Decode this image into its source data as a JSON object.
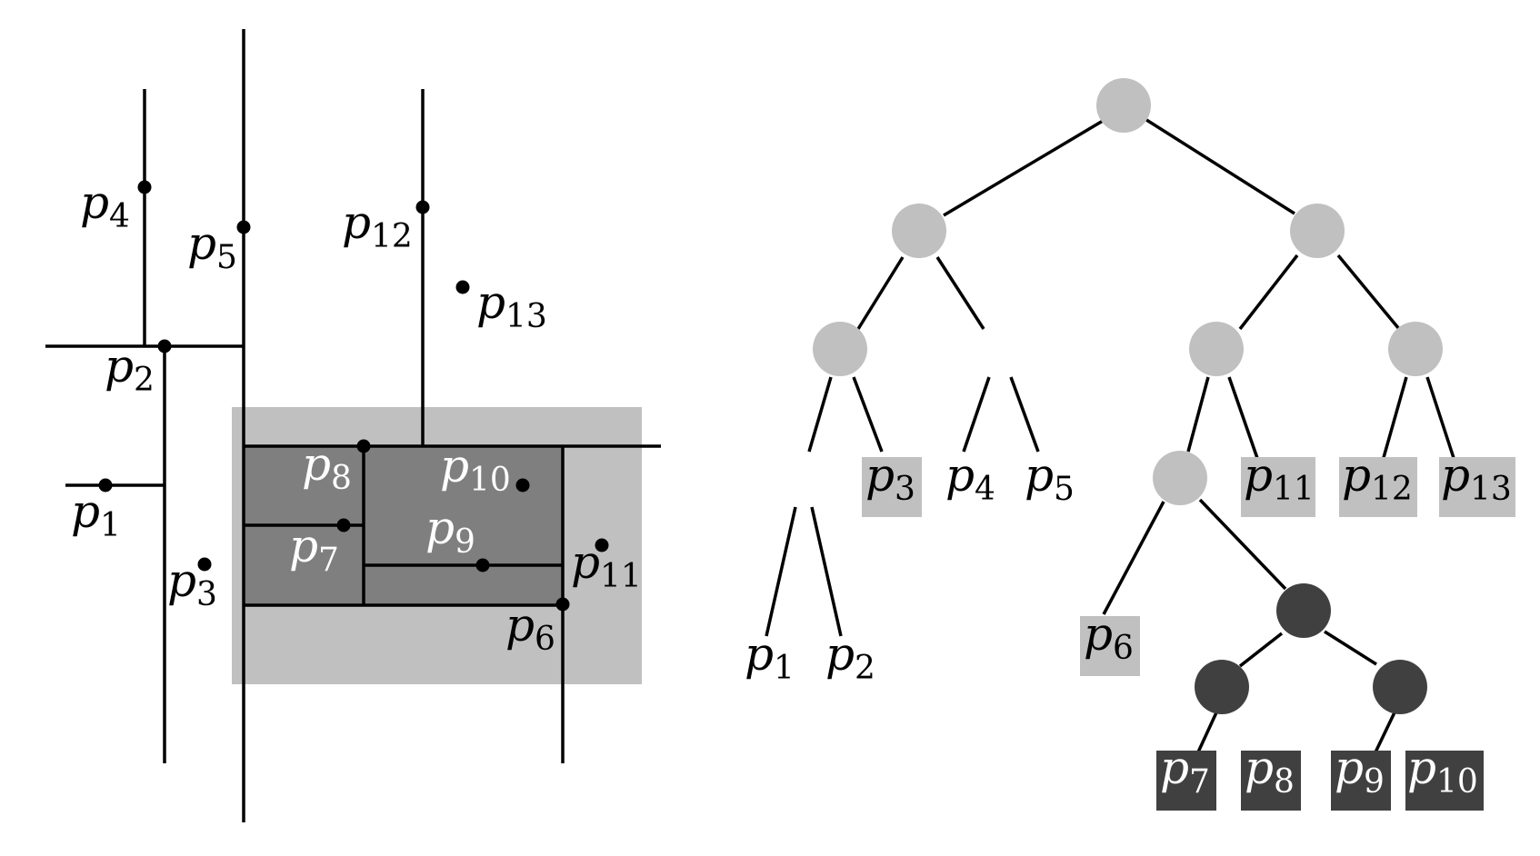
{
  "diagram": {
    "subdivision": {
      "points": [
        {
          "id": "p1",
          "main": "p",
          "sub": "1"
        },
        {
          "id": "p2",
          "main": "p",
          "sub": "2"
        },
        {
          "id": "p3",
          "main": "p",
          "sub": "3"
        },
        {
          "id": "p4",
          "main": "p",
          "sub": "4"
        },
        {
          "id": "p5",
          "main": "p",
          "sub": "5"
        },
        {
          "id": "p6",
          "main": "p",
          "sub": "6"
        },
        {
          "id": "p7",
          "main": "p",
          "sub": "7"
        },
        {
          "id": "p8",
          "main": "p",
          "sub": "8"
        },
        {
          "id": "p9",
          "main": "p",
          "sub": "9"
        },
        {
          "id": "p10",
          "main": "p",
          "sub": "10"
        },
        {
          "id": "p11",
          "main": "p",
          "sub": "11"
        },
        {
          "id": "p12",
          "main": "p",
          "sub": "12"
        },
        {
          "id": "p13",
          "main": "p",
          "sub": "13"
        }
      ],
      "colors": {
        "query_region": "#c0c0c0",
        "inner_region": "#7f7f7f",
        "line": "#000000"
      }
    },
    "tree": {
      "leaves": [
        {
          "id": "p1",
          "main": "p",
          "sub": "1",
          "style": "plain"
        },
        {
          "id": "p2",
          "main": "p",
          "sub": "2",
          "style": "plain"
        },
        {
          "id": "p3",
          "main": "p",
          "sub": "3",
          "style": "light"
        },
        {
          "id": "p4",
          "main": "p",
          "sub": "4",
          "style": "plain"
        },
        {
          "id": "p5",
          "main": "p",
          "sub": "5",
          "style": "plain"
        },
        {
          "id": "p6",
          "main": "p",
          "sub": "6",
          "style": "light"
        },
        {
          "id": "p7",
          "main": "p",
          "sub": "7",
          "style": "dark"
        },
        {
          "id": "p8",
          "main": "p",
          "sub": "8",
          "style": "dark"
        },
        {
          "id": "p9",
          "main": "p",
          "sub": "9",
          "style": "dark"
        },
        {
          "id": "p10",
          "main": "p",
          "sub": "10",
          "style": "dark"
        },
        {
          "id": "p11",
          "main": "p",
          "sub": "11",
          "style": "light"
        },
        {
          "id": "p12",
          "main": "p",
          "sub": "12",
          "style": "light"
        },
        {
          "id": "p13",
          "main": "p",
          "sub": "13",
          "style": "light"
        }
      ],
      "colors": {
        "visited_node": "#c0c0c0",
        "reported_node": "#404040"
      }
    }
  }
}
